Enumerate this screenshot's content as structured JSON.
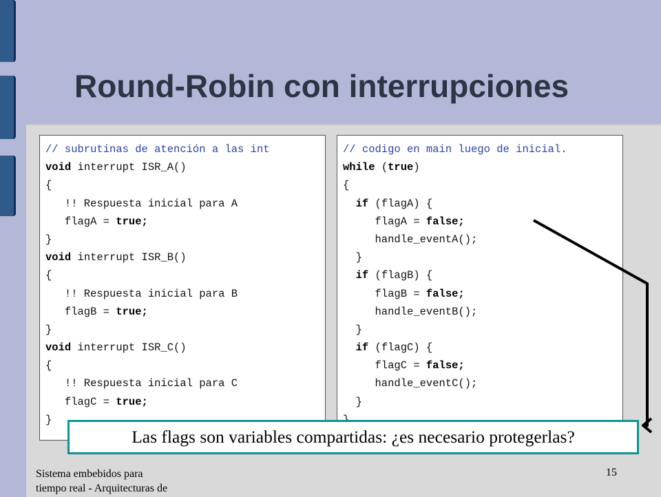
{
  "slide": {
    "title": "Round-Robin con interrupciones",
    "callout": "Las flags son variables compartidas: ¿es necesario protegerlas?",
    "footer": {
      "line1": "Sistema embebidos para",
      "line2": "tiempo real - Arquitecturas de",
      "page_number": "15"
    },
    "colors": {
      "background": "#b3b8d8",
      "title": "#2c3544",
      "comment": "#2b43a8",
      "callout_border": "#0c9494",
      "side_tabs": "#2f5a8a"
    }
  },
  "left_code": [
    [
      {
        "t": "// subrutinas de atención a las int",
        "s": "cm"
      }
    ],
    [
      {
        "t": "void",
        "s": "kw"
      },
      {
        "t": " interrupt ISR_A()",
        "s": ""
      }
    ],
    [
      {
        "t": "{",
        "s": ""
      }
    ],
    [
      {
        "t": "   !! Respuesta inicial para A",
        "s": ""
      }
    ],
    [
      {
        "t": "   flagA = ",
        "s": ""
      },
      {
        "t": "true;",
        "s": "kw"
      }
    ],
    [
      {
        "t": "}",
        "s": ""
      }
    ],
    [
      {
        "t": "void",
        "s": "kw"
      },
      {
        "t": " interrupt ISR_B()",
        "s": ""
      }
    ],
    [
      {
        "t": "{",
        "s": ""
      }
    ],
    [
      {
        "t": "   !! Respuesta inicial para B",
        "s": ""
      }
    ],
    [
      {
        "t": "   flagB = ",
        "s": ""
      },
      {
        "t": "true;",
        "s": "kw"
      }
    ],
    [
      {
        "t": "}",
        "s": ""
      }
    ],
    [
      {
        "t": "void",
        "s": "kw"
      },
      {
        "t": " interrupt ISR_C()",
        "s": ""
      }
    ],
    [
      {
        "t": "{",
        "s": ""
      }
    ],
    [
      {
        "t": "   !! Respuesta inicial para C",
        "s": ""
      }
    ],
    [
      {
        "t": "   flagC = ",
        "s": ""
      },
      {
        "t": "true;",
        "s": "kw"
      }
    ],
    [
      {
        "t": "}",
        "s": ""
      }
    ]
  ],
  "right_code": [
    [
      {
        "t": "// codigo en main luego de inicial.",
        "s": "cm"
      }
    ],
    [
      {
        "t": "while",
        "s": "kw"
      },
      {
        "t": " (",
        "s": ""
      },
      {
        "t": "true",
        "s": "kw"
      },
      {
        "t": ")",
        "s": ""
      }
    ],
    [
      {
        "t": "{",
        "s": ""
      }
    ],
    [
      {
        "t": "  ",
        "s": ""
      },
      {
        "t": "if",
        "s": "kw"
      },
      {
        "t": " (flagA) {",
        "s": ""
      }
    ],
    [
      {
        "t": "     flagA = ",
        "s": ""
      },
      {
        "t": "false;",
        "s": "kw"
      }
    ],
    [
      {
        "t": "     handle_eventA();",
        "s": ""
      }
    ],
    [
      {
        "t": "  }",
        "s": ""
      }
    ],
    [
      {
        "t": "  ",
        "s": ""
      },
      {
        "t": "if",
        "s": "kw"
      },
      {
        "t": " (flagB) {",
        "s": ""
      }
    ],
    [
      {
        "t": "     flagB = ",
        "s": ""
      },
      {
        "t": "false;",
        "s": "kw"
      }
    ],
    [
      {
        "t": "     handle_eventB();",
        "s": ""
      }
    ],
    [
      {
        "t": "  }",
        "s": ""
      }
    ],
    [
      {
        "t": "  ",
        "s": ""
      },
      {
        "t": "if",
        "s": "kw"
      },
      {
        "t": " (flagC) {",
        "s": ""
      }
    ],
    [
      {
        "t": "     flagC = ",
        "s": ""
      },
      {
        "t": "false;",
        "s": "kw"
      }
    ],
    [
      {
        "t": "     handle_eventC();",
        "s": ""
      }
    ],
    [
      {
        "t": "  }",
        "s": ""
      }
    ],
    [
      {
        "t": "}",
        "s": ""
      }
    ]
  ]
}
